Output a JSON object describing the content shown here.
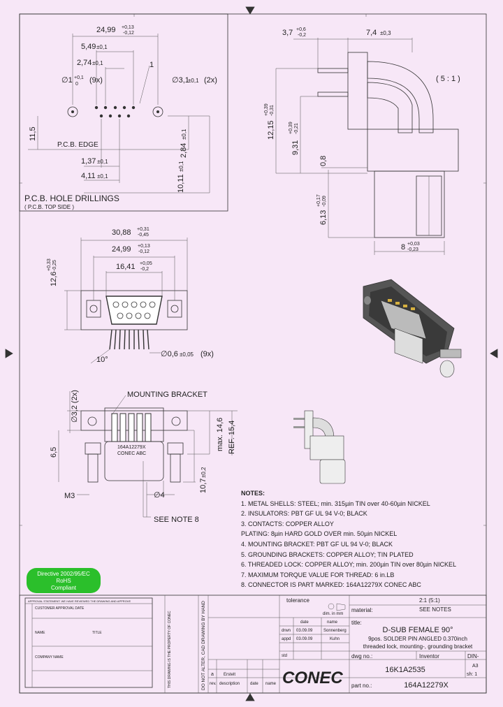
{
  "pcb": {
    "dim_24_99": "24,99",
    "tol_24_99_up": "+0,13",
    "tol_24_99_dn": "-0,12",
    "dim_5_49": "5,49",
    "tol_01": "±0,1",
    "dim_2_74": "2,74",
    "hole_dia": "∅1",
    "hole_tol_up": "+0,1",
    "hole_tol_dn": "0",
    "hole_count": "(9x)",
    "pin1": "1",
    "mount_dia": "∅3,1",
    "mount_tol": "±0,1",
    "mount_count": "(2x)",
    "dim_11_5": "11,5",
    "edge_label": "P.C.B. EDGE",
    "dim_1_37": "1,37",
    "dim_4_11": "4,11",
    "dim_2_84": "2,84",
    "dim_10_11": "10,11",
    "title": "P.C.B. HOLE DRILLINGS",
    "subtitle": "( P.C.B. TOP SIDE )"
  },
  "side": {
    "dim_3_7": "3,7",
    "tol_3_7_up": "+0,6",
    "tol_3_7_dn": "-0,2",
    "dim_7_4": "7,4",
    "tol_7_4": "±0,3",
    "scale": "( 5 : 1 )",
    "dim_12_15": "12,15",
    "tol_12_15_up": "+0,39",
    "tol_12_15_dn": "-0,31",
    "dim_9_31": "9,31",
    "tol_9_31_up": "+0,39",
    "tol_9_31_dn": "-0,21",
    "dim_0_8": "0,8",
    "dim_6_13": "6,13",
    "tol_6_13_up": "+0,17",
    "tol_6_13_dn": "-0,09",
    "dim_8": "8",
    "tol_8_up": "+0,03",
    "tol_8_dn": "-0,23"
  },
  "front": {
    "dim_30_88": "30,88",
    "tol_30_88_up": "+0,31",
    "tol_30_88_dn": "-0,45",
    "dim_24_99": "24,99",
    "tol_24_99_up": "+0,13",
    "tol_24_99_dn": "-0,12",
    "dim_16_41": "16,41",
    "tol_16_41_up": "+0,05",
    "tol_16_41_dn": "-0,2",
    "dim_12_6": "12,6",
    "tol_12_6_up": "+0,33",
    "tol_12_6_dn": "-0,25",
    "angle": "10°",
    "pin_dia": "∅0,6",
    "pin_tol": "±0,05",
    "pin_count": "(9x)"
  },
  "bottom": {
    "bracket_label": "MOUNTING BRACKET",
    "bolt_dia": "∅3,2 (2x)",
    "dim_6_5": "6,5",
    "dim_14_6": "max. 14,6",
    "dim_15_4": "REF. 15,4",
    "dim_10_7": "10,7",
    "tol_10_7": "±0,2",
    "thread": "M3",
    "dia_4": "∅4",
    "see_note": "SEE NOTE 8",
    "marking_1": "164A12279X",
    "marking_2": "CONEC  ABC"
  },
  "notes": {
    "heading": "NOTES:",
    "items": [
      "1. METAL SHELLS: STEEL; min. 315µin TIN over 40-60µin NICKEL",
      "2. INSULATORS: PBT GF UL 94 V-0; BLACK",
      "3. CONTACTS: COPPER ALLOY",
      "   PLATING: 8µin HARD GOLD OVER min. 50µin NICKEL",
      "4. MOUNTING BRACKET: PBT GF UL 94 V-0; BLACK",
      "5. GROUNDING BRACKETS: COPPER ALLOY; TIN PLATED",
      "6. THREADED LOCK: COPPER ALLOY; min. 200µin TIN over 80µin NICKEL",
      "7. MAXIMUM TORQUE VALUE FOR THREAD: 6 in.LB",
      "8. CONNECTOR IS PART MARKED:  164A12279X CONEC  ABC"
    ]
  },
  "badge": {
    "line1": "Directive 2002/95/EC",
    "line2": "RoHS",
    "line3": "Compliant"
  },
  "titleblock": {
    "customer_approval": "CUSTOMER APPROVAL DATE",
    "name": "NAME",
    "title_label": "TITLE",
    "company": "COMPANY NAME",
    "tolerance": "tolerance",
    "dim_in": "dim. in mm",
    "scale_val": "2:1 (5:1)",
    "see_notes": "SEE NOTES",
    "material": "material:",
    "title": "title:",
    "title_line1": "D-SUB FEMALE 90°",
    "title_line2": "9pos. SOLDER PIN ANGLED 0.370inch",
    "title_line3": "threaded lock, mounting-, grounding bracket",
    "date_hdr": "date",
    "name_hdr": "name",
    "drwn": "drwn",
    "drwn_date": "03.09.09",
    "drwn_name": "Sonnenberg",
    "appd": "appd",
    "appd_date": "03.09.09",
    "appd_name": "Kuhn",
    "std": "std",
    "dwg_no_lbl": "dwg no.:",
    "inventor": "Inventor",
    "din": "DIN-",
    "a3": "A3",
    "dwg_no": "16K1A2535",
    "sheet": "sh: 1",
    "rev_a": "a",
    "rev_a_text": "Erstelt",
    "rev": "rev.",
    "description": "description",
    "date": "date",
    "name_col": "name",
    "part_no_lbl": "part no.:",
    "part_no": "164A12279X",
    "brand": "CONEC",
    "do_not_alter": "DO NOT ALTER, CAD DRAWING BY HAND",
    "legal": "THIS DRAWING IS THE PROPERTY OF CONEC",
    "approval_stmt": "APPROVAL STATEMENT: WE HAVE REVIEWED THE DRAWING AND APPROVE"
  },
  "colors": {
    "paper": "#f7e7f7",
    "badge": "#2bbf2b",
    "ink": "#222222"
  }
}
